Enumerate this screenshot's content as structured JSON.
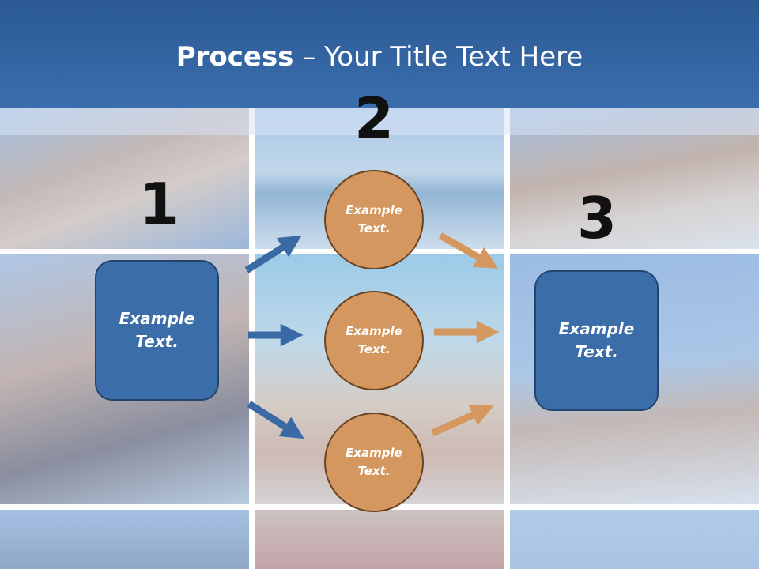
{
  "slide": {
    "title_strong": "Process",
    "title_rest": " – Your Title Text Here",
    "step_numbers": [
      "1",
      "2",
      "3"
    ],
    "box_left_text": "Example\nText.",
    "box_right_text": "Example\nText.",
    "circles": [
      {
        "text": "Example\nText."
      },
      {
        "text": "Example\nText."
      },
      {
        "text": "Example\nText."
      }
    ]
  },
  "colors": {
    "header": "#2f5f9b",
    "box_fill": "#3b6ea8",
    "circle_fill": "#d4975f",
    "arrow_blue": "#3a6aa6",
    "arrow_orange": "#d4975f"
  },
  "icons": {
    "arrow": "arrow-icon",
    "photo": "photo-collage"
  }
}
